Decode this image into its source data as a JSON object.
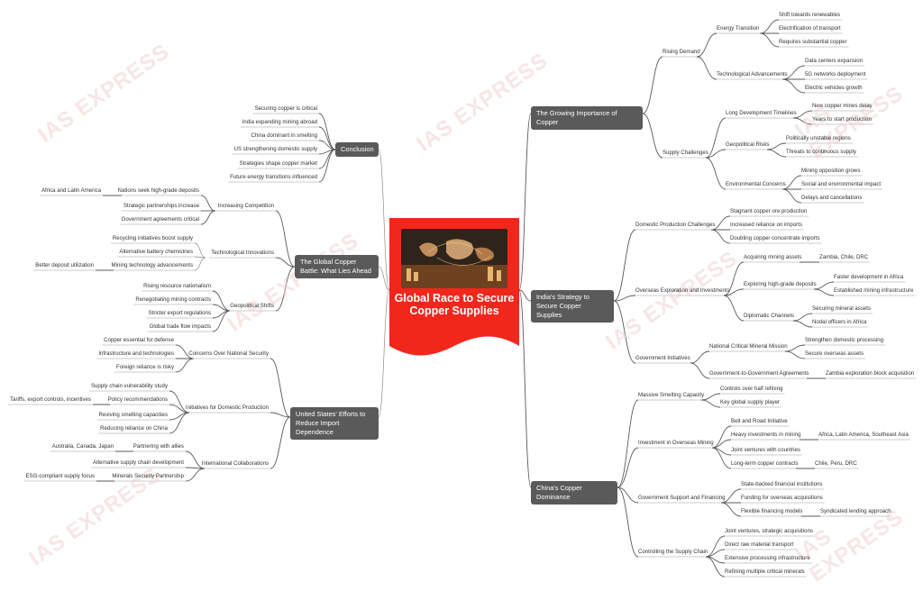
{
  "watermark": "IAS EXPRESS",
  "center": {
    "title": "Global Race to Secure Copper Supplies"
  },
  "branches": {
    "b1": {
      "label": "The Growing Importance of Copper",
      "children": [
        {
          "label": "Rising Demand",
          "children": [
            {
              "label": "Energy Transition",
              "children": [
                "Shift towards renewables",
                "Electrification of transport",
                "Requires substantial copper"
              ]
            },
            {
              "label": "Technological Advancements",
              "children": [
                "Data centers expansion",
                "5G networks deployment",
                "Electric vehicles growth"
              ]
            }
          ]
        },
        {
          "label": "Supply Challenges",
          "children": [
            {
              "label": "Long Development Timelines",
              "children": [
                "New copper mines delay",
                "Years to start production"
              ]
            },
            {
              "label": "Geopolitical Risks",
              "children": [
                "Politically unstable regions",
                "Threats to continuous supply"
              ]
            },
            {
              "label": "Environmental Concerns",
              "children": [
                "Mining opposition grows",
                "Social and environmental impact",
                "Delays and cancellations"
              ]
            }
          ]
        }
      ]
    },
    "b2": {
      "label": "India's Strategy to Secure Copper Supplies",
      "children": [
        {
          "label": "Domestic Production Challenges",
          "children": [
            "Stagnant copper ore production",
            "Increased reliance on imports",
            "Doubling copper concentrate imports"
          ]
        },
        {
          "label": "Overseas Exploration and Investments",
          "children": [
            {
              "label": "Acquiring mining assets",
              "children": [
                "Zambia, Chile, DRC"
              ]
            },
            {
              "label": "Exploring high-grade deposits",
              "children": [
                "Faster development in Africa",
                "Established mining infrastructure"
              ]
            },
            {
              "label": "Diplomatic Channels",
              "children": [
                "Securing mineral assets",
                "Nodal officers in Africa"
              ]
            }
          ]
        },
        {
          "label": "Government Initiatives",
          "children": [
            {
              "label": "National Critical Mineral Mission",
              "children": [
                "Strengthen domestic processing",
                "Secure overseas assets"
              ]
            },
            {
              "label": "Government-to-Government Agreements",
              "children": [
                "Zambia exploration block acquisition"
              ]
            }
          ]
        }
      ]
    },
    "b3": {
      "label": "China's Copper Dominance",
      "children": [
        {
          "label": "Massive Smelting Capacity",
          "children": [
            "Controls over half refining",
            "Key global supply player"
          ]
        },
        {
          "label": "Investment in Overseas Mining",
          "children": [
            {
              "label": "Belt and Road Initiative",
              "children": []
            },
            {
              "label": "Heavy investments in mining",
              "children": [
                "Africa, Latin America, Southeast Asia"
              ]
            },
            {
              "label": "Joint ventures with countries",
              "children": []
            },
            {
              "label": "Long-term copper contracts",
              "children": [
                "Chile, Peru, DRC"
              ]
            }
          ]
        },
        {
          "label": "Government Support and Financing",
          "children": [
            {
              "label": "State-backed financial institutions",
              "children": []
            },
            {
              "label": "Funding for overseas acquisitions",
              "children": []
            },
            {
              "label": "Flexible financing models",
              "children": [
                "Syndicated lending approach"
              ]
            }
          ]
        },
        {
          "label": "Controlling the Supply Chain",
          "children": [
            "Joint ventures, strategic acquisitions",
            "Direct raw material transport",
            "Extensive processing infrastructure",
            "Refining multiple critical minerals"
          ]
        }
      ]
    },
    "b4": {
      "label": "Conclusion",
      "children": [
        "Securing copper is critical",
        "India expanding mining abroad",
        "China dominant in smelting",
        "US strengthening domestic supply",
        "Strategies shape copper market",
        "Future energy transitions influenced"
      ]
    },
    "b5": {
      "label": "The Global Copper Battle: What Lies Ahead",
      "children": [
        {
          "label": "Increasing Competition",
          "children": [
            {
              "label": "Nations seek high-grade deposits",
              "children": [
                "Africa and Latin America"
              ]
            },
            {
              "label": "Strategic partnerships increase",
              "children": []
            },
            {
              "label": "Government agreements critical",
              "children": []
            }
          ]
        },
        {
          "label": "Technological Innovations",
          "children": [
            {
              "label": "Recycling initiatives boost supply",
              "children": []
            },
            {
              "label": "Alternative battery chemistries",
              "children": []
            },
            {
              "label": "Mining technology advancements",
              "children": [
                "Better deposit utilization"
              ]
            }
          ]
        },
        {
          "label": "Geopolitical Shifts",
          "children": [
            {
              "label": "Rising resource nationalism",
              "children": []
            },
            {
              "label": "Renegotiating mining contracts",
              "children": []
            },
            {
              "label": "Stricter export regulations",
              "children": []
            },
            {
              "label": "Global trade flow impacts",
              "children": []
            }
          ]
        }
      ]
    },
    "b6": {
      "label": "United States' Efforts to Reduce Import Dependence",
      "children": [
        {
          "label": "Concerns Over National Security",
          "children": [
            {
              "label": "Copper essential for defense",
              "children": []
            },
            {
              "label": "Infrastructure and technologies",
              "children": []
            },
            {
              "label": "Foreign reliance is risky",
              "children": []
            }
          ]
        },
        {
          "label": "Initiatives for Domestic Production",
          "children": [
            {
              "label": "Supply chain vulnerability study",
              "children": []
            },
            {
              "label": "Policy recommendations",
              "children": [
                "Tariffs, export controls, incentives"
              ]
            },
            {
              "label": "Reviving smelting capacities",
              "children": []
            },
            {
              "label": "Reducing reliance on China",
              "children": []
            }
          ]
        },
        {
          "label": "International Collaborations",
          "children": [
            {
              "label": "Partnering with allies",
              "children": [
                "Australia, Canada, Japan"
              ]
            },
            {
              "label": "Alternative supply chain development",
              "children": []
            },
            {
              "label": "Minerals Security Partnership",
              "children": [
                "ESG-compliant supply focus"
              ]
            }
          ]
        }
      ]
    }
  }
}
